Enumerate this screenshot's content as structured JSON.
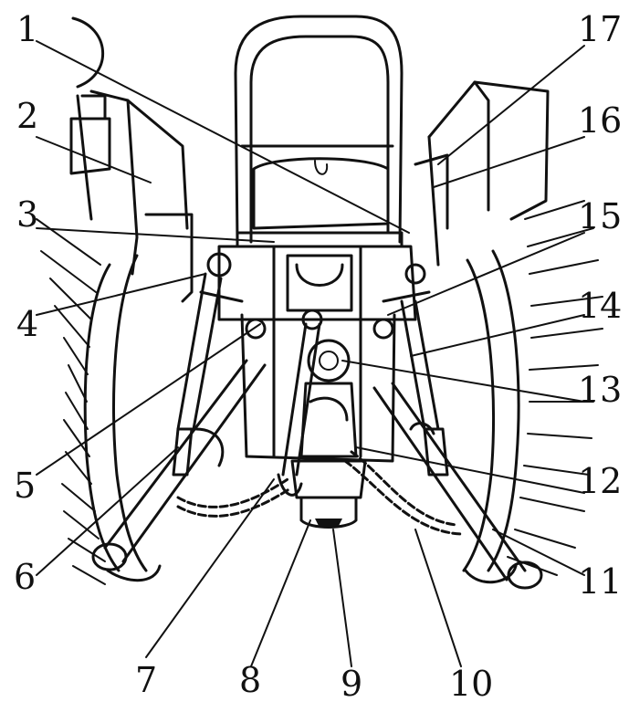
{
  "diagram": {
    "callouts": [
      {
        "id": "1",
        "text": "1"
      },
      {
        "id": "2",
        "text": "2"
      },
      {
        "id": "3",
        "text": "3"
      },
      {
        "id": "4",
        "text": "4"
      },
      {
        "id": "5",
        "text": "5"
      },
      {
        "id": "6",
        "text": "6"
      },
      {
        "id": "7",
        "text": "7"
      },
      {
        "id": "8",
        "text": "8"
      },
      {
        "id": "9",
        "text": "9"
      },
      {
        "id": "10",
        "text": "10"
      },
      {
        "id": "11",
        "text": "11"
      },
      {
        "id": "12",
        "text": "12"
      },
      {
        "id": "13",
        "text": "13"
      },
      {
        "id": "14",
        "text": "14"
      },
      {
        "id": "15",
        "text": "15"
      },
      {
        "id": "16",
        "text": "16"
      },
      {
        "id": "17",
        "text": "17"
      }
    ],
    "ink_color": "#111111",
    "paper_color": "#ffffff"
  }
}
